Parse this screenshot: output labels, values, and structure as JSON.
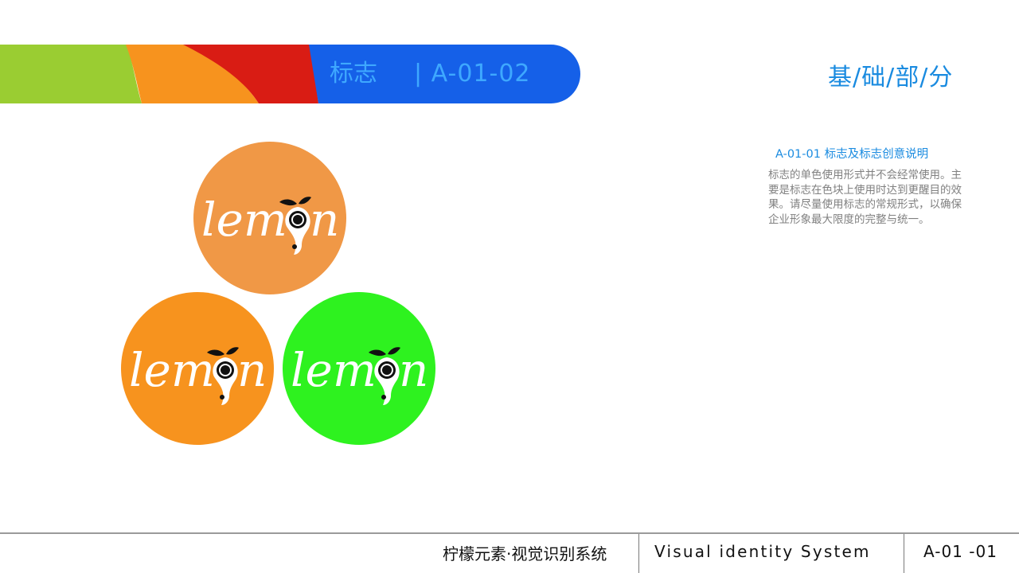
{
  "header": {
    "title": "标志",
    "code": "| A-01-02",
    "section": "基/础/部/分",
    "colors": {
      "green": "#9acd32",
      "orange": "#f7931e",
      "red": "#d91c14",
      "blue": "#1560e8"
    }
  },
  "description": {
    "heading": "A-01-01  标志及标志创意说明",
    "body": "标志的单色使用形式并不会经常使用。主要是标志在色块上使用时达到更醒目的效果。请尽量使用标志的常规形式，以确保企业形象最大限度的完整与统一。"
  },
  "logos": [
    {
      "word": "lemon",
      "color": "#f09846"
    },
    {
      "word": "lemon",
      "color": "#f7931e"
    },
    {
      "word": "lemon",
      "color": "#2ef21f"
    }
  ],
  "footer": {
    "system_cn": "柠檬元素·视觉识别系统",
    "system_en": "Visual identity System",
    "page_code": "A-01 -01"
  }
}
